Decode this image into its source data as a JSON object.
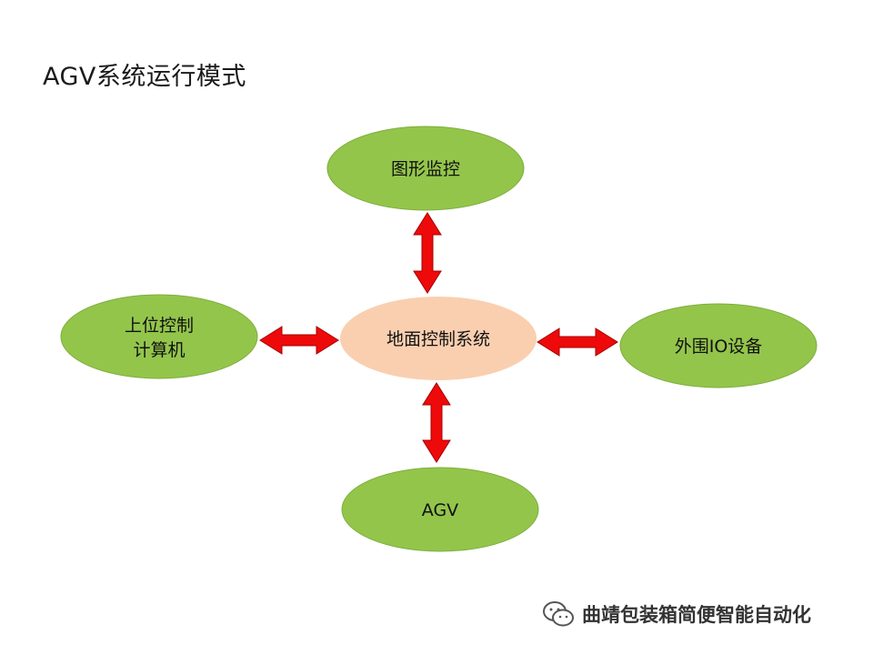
{
  "title": "AGV系统运行模式",
  "center": {
    "label": "地面控制系统"
  },
  "nodes": {
    "top": {
      "label": "图形监控"
    },
    "left": {
      "line1": "上位控制",
      "line2": "计算机"
    },
    "right": {
      "label": "外围IO设备"
    },
    "bottom": {
      "label": "AGV"
    }
  },
  "colors": {
    "node_fill": "#93c54b",
    "node_stroke": "#7fae3c",
    "center_fill": "#f9cfb0",
    "arrow_fill": "#ee0a0a",
    "arrow_stroke": "#a60000"
  },
  "watermark": {
    "icon": "wechat-icon",
    "text": "曲靖包装箱简便智能自动化"
  }
}
